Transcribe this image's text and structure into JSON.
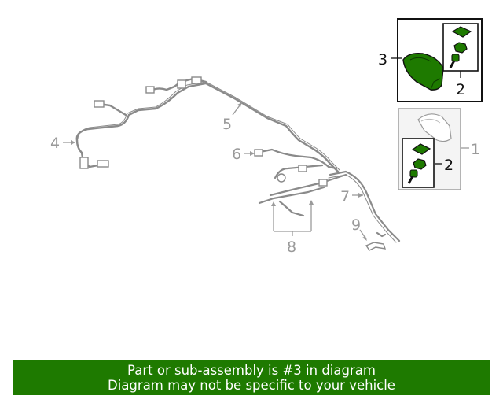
{
  "callouts": {
    "c1": "1",
    "c2a": "2",
    "c2b": "2",
    "c3": "3",
    "c4": "4",
    "c5": "5",
    "c6": "6",
    "c7": "7",
    "c8": "8",
    "c9": "9"
  },
  "banner": {
    "line1": "Part or sub-assembly is #3 in diagram",
    "line2": "Diagram may not be specific to your vehicle"
  },
  "colors": {
    "highlight": "#1e7a00",
    "part_line": "#8a8a8a",
    "inset_bg": "#f4f4f4"
  }
}
